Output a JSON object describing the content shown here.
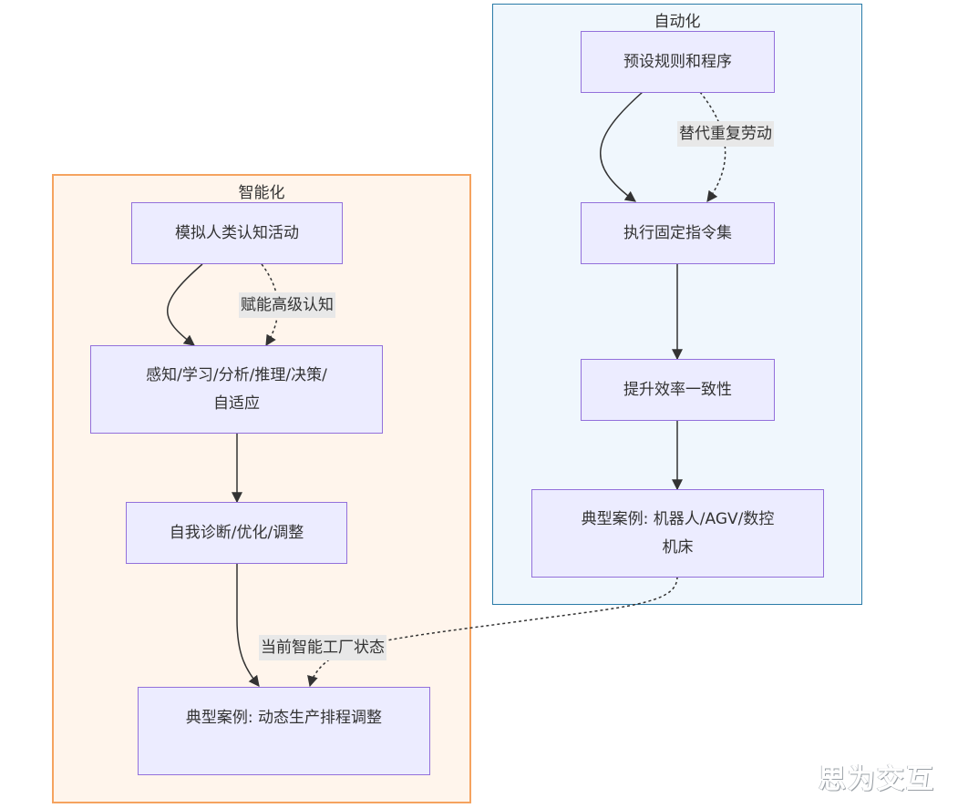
{
  "clusters": {
    "smart": {
      "title": "智能化",
      "border_color": "#f5a35f",
      "fill_color": "#fff5ec"
    },
    "auto": {
      "title": "自动化",
      "border_color": "#2a7ba8",
      "fill_color": "#f0f7fd"
    }
  },
  "nodes": {
    "s1": "模拟人类认知活动",
    "s2": "感知/学习/分析/推理/决策/\n自适应",
    "s3": "自我诊断/优化/调整",
    "s4": "典型案例: 动态生产排程调整",
    "a1": "预设规则和程序",
    "a2": "执行固定指令集",
    "a3": "提升效率一致性",
    "a4": "典型案例: 机器人/AGV/数控\n机床"
  },
  "edge_labels": {
    "smart_dotted": "赋能高级认知",
    "auto_dotted": "替代重复劳动",
    "cross_dotted": "当前智能工厂状态"
  },
  "edges": [
    {
      "from": "s1",
      "to": "s2",
      "style": "solid"
    },
    {
      "from": "s1",
      "to": "s2",
      "style": "dotted",
      "label": "赋能高级认知"
    },
    {
      "from": "s2",
      "to": "s3",
      "style": "solid"
    },
    {
      "from": "s3",
      "to": "s4",
      "style": "solid"
    },
    {
      "from": "a1",
      "to": "a2",
      "style": "solid"
    },
    {
      "from": "a1",
      "to": "a2",
      "style": "dotted",
      "label": "替代重复劳动"
    },
    {
      "from": "a2",
      "to": "a3",
      "style": "solid"
    },
    {
      "from": "a3",
      "to": "a4",
      "style": "solid"
    },
    {
      "from": "a4",
      "to": "s4",
      "style": "dotted",
      "label": "当前智能工厂状态"
    }
  ],
  "colors": {
    "node_fill": "#ececff",
    "node_border": "#9370db",
    "edge": "#333333",
    "label_bg": "#e8e8e8"
  },
  "watermark": "思为交互"
}
